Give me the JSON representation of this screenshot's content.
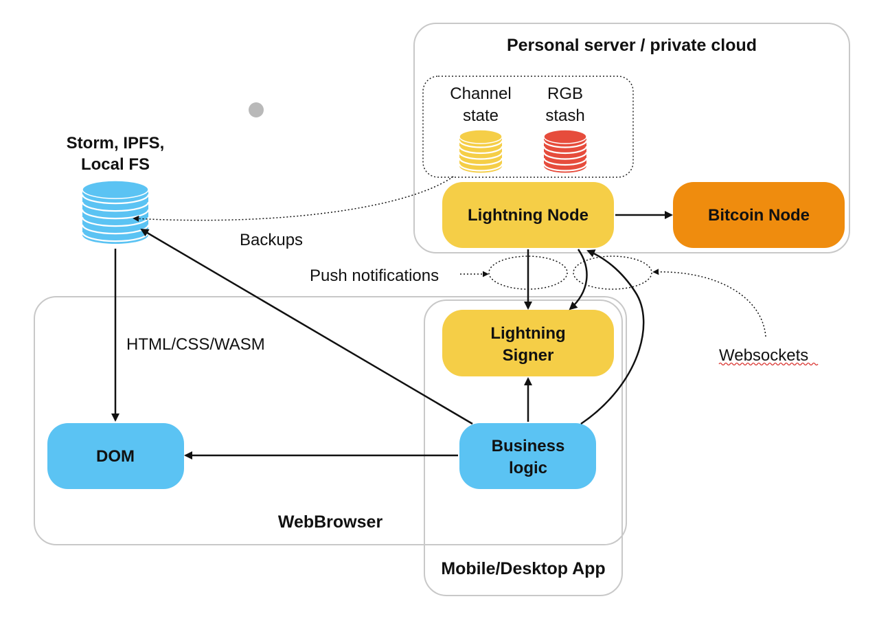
{
  "diagram": {
    "groups": {
      "personal_server": "Personal server / private cloud",
      "web_browser": "WebBrowser",
      "mobile_app": "Mobile/Desktop App"
    },
    "stores": {
      "channel_state": [
        "Channel",
        "state"
      ],
      "rgb_stash": [
        "RGB",
        "stash"
      ],
      "storage": [
        "Storm, IPFS,",
        "Local FS"
      ]
    },
    "nodes": {
      "lightning_node": "Lightning Node",
      "bitcoin_node": "Bitcoin Node",
      "lightning_signer": [
        "Lightning",
        "Signer"
      ],
      "business_logic": [
        "Business",
        "logic"
      ],
      "dom": "DOM"
    },
    "edge_labels": {
      "backups": "Backups",
      "push_notifications": "Push notifications",
      "html_css_wasm": "HTML/CSS/WASM",
      "websockets": "Websockets"
    },
    "colors": {
      "yellow": "#F5CE47",
      "orange": "#EF8C0E",
      "blue": "#5BC3F3",
      "red": "#E64C3C",
      "group_border": "#C8C8C8",
      "decor_dot": "#B9B9B9"
    }
  }
}
